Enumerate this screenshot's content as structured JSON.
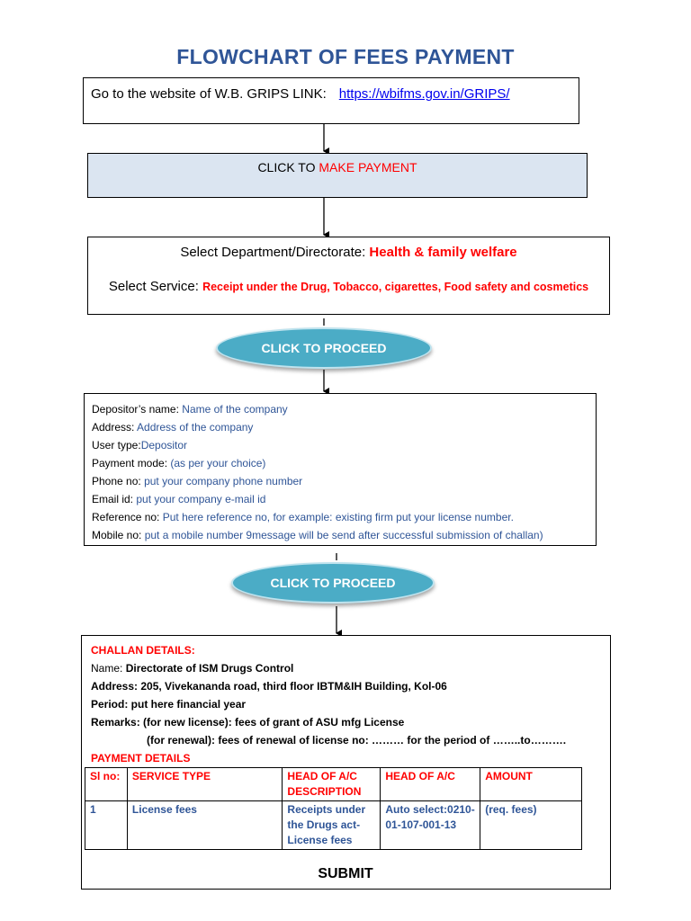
{
  "title": "FLOWCHART OF FEES PAYMENT",
  "step1": {
    "text": "Go to the website of W.B. GRIPS LINK:",
    "link": "https://wbifms.gov.in/GRIPS/"
  },
  "step2": {
    "prefix": "CLICK TO ",
    "action": "MAKE PAYMENT"
  },
  "step3": {
    "department_label": "Select Department/Directorate: ",
    "department_value": "Health & family welfare",
    "service_label": "Select Service: ",
    "service_value": "Receipt under the Drug, Tobacco, cigarettes, Food safety and cosmetics"
  },
  "proceed1": "CLICK TO PROCEED",
  "depositor": [
    {
      "label": "Depositor’s name: ",
      "value": "Name of the company"
    },
    {
      "label": "Address: ",
      "value": "Address of the company"
    },
    {
      "label": "User type:",
      "value": "Depositor"
    },
    {
      "label": "Payment mode: ",
      "value": "(as per your choice)"
    },
    {
      "label": "Phone no: ",
      "value": "put your company phone number"
    },
    {
      "label": "Email id: ",
      "value": "put your company e-mail id"
    },
    {
      "label": "Reference no: ",
      "value": "Put here reference no, for example: existing firm put your license number."
    },
    {
      "label": "Mobile no: ",
      "value": "put a mobile number 9message will be send after successful submission of challan)"
    }
  ],
  "proceed2": "CLICK TO PROCEED",
  "challan": {
    "heading": "CHALLAN DETAILS:",
    "name_label": "Name: ",
    "name_value": "Directorate of ISM Drugs Control",
    "address": "Address: 205, Vivekananda road, third floor IBTM&IH Building, Kol-06",
    "period": "Period: put here financial year",
    "remarks1": "Remarks: (for new license): fees of grant of ASU mfg License",
    "remarks2": "(for renewal): fees of renewal of license no: ……… for the period of ……..to……….",
    "payment_heading": "PAYMENT DETAILS"
  },
  "payment_table": {
    "headers": [
      "Sl no:",
      "SERVICE TYPE",
      "HEAD OF A/C DESCRIPTION",
      "HEAD OF A/C",
      "AMOUNT"
    ],
    "rows": [
      [
        "1",
        "License fees",
        "Receipts under the Drugs act-License fees",
        "Auto select:0210-01-107-001-13",
        "(req. fees)"
      ]
    ]
  },
  "submit": "SUBMIT"
}
